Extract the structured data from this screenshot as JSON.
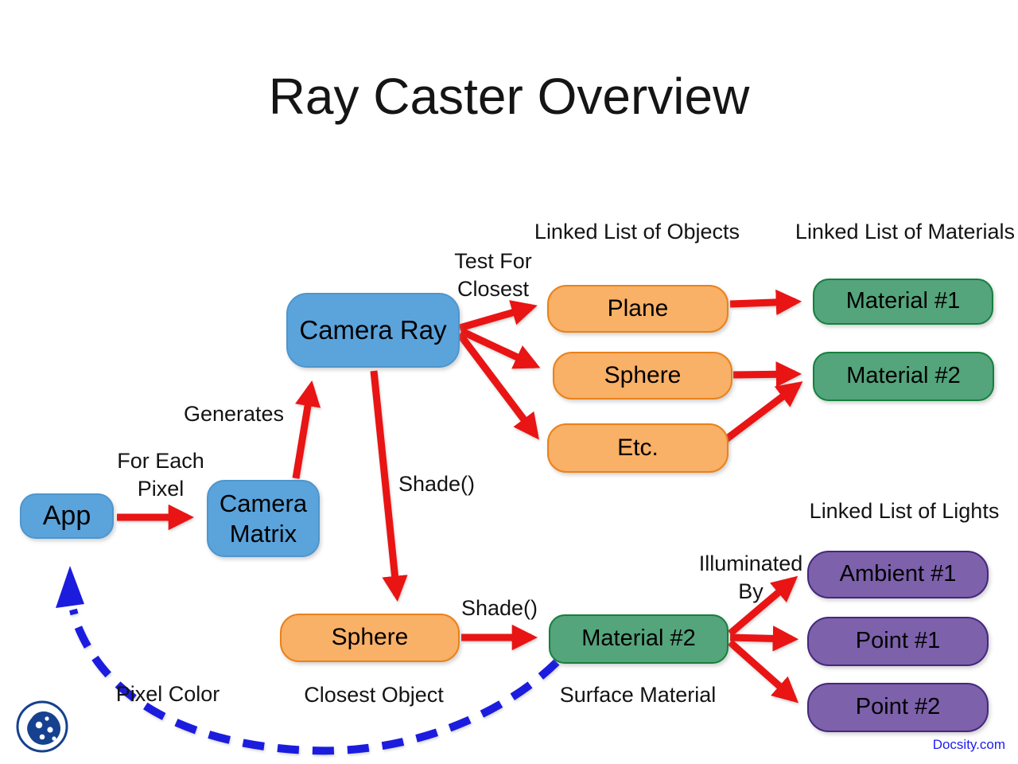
{
  "slide": {
    "title": "Ray Caster Overview",
    "credit": "Docsity.com"
  },
  "colors": {
    "node_blue_fill": "#5BA3DB",
    "node_orange_fill": "#F9B067",
    "node_orange_border": "#E9821C",
    "node_green_fill": "#54A47C",
    "node_green_border": "#15803D",
    "node_purple_fill": "#7D61AB",
    "node_purple_border": "#44287C",
    "arrow_red": "#E91414",
    "arrow_dashed_blue": "#1C1CDE",
    "credit_link_blue": "#1D1DF0",
    "logo_navy": "#16418F"
  },
  "nodes": {
    "camera_ray": {
      "label": "Camera Ray",
      "color": "blue"
    },
    "app": {
      "label": "App",
      "color": "blue"
    },
    "camera_matrix": {
      "label": "Camera Matrix",
      "color": "blue"
    },
    "plane": {
      "label": "Plane",
      "color": "orange"
    },
    "sphere_objects": {
      "label": "Sphere",
      "color": "orange"
    },
    "etc": {
      "label": "Etc.",
      "color": "orange"
    },
    "sphere_closest": {
      "label": "Sphere",
      "color": "orange"
    },
    "material_1": {
      "label": "Material #1",
      "color": "green"
    },
    "material_2": {
      "label": "Material #2",
      "color": "green"
    },
    "material_2_surface": {
      "label": "Material #2",
      "color": "green"
    },
    "ambient_1": {
      "label": "Ambient #1",
      "color": "purple"
    },
    "point_1": {
      "label": "Point #1",
      "color": "purple"
    },
    "point_2": {
      "label": "Point #2",
      "color": "purple"
    }
  },
  "annotations": {
    "linked_objects": "Linked List of Objects",
    "linked_materials": "Linked List of Materials",
    "linked_lights": "Linked List of Lights",
    "test_for_closest": "Test For\nClosest",
    "generates": "Generates",
    "for_each_pixel": "For Each\nPixel",
    "shade_camera": "Shade()",
    "shade_sphere": "Shade()",
    "illuminated_by": "Illuminated\nBy",
    "pixel_color": "Pixel Color",
    "closest_object": "Closest Object",
    "surface_material": "Surface Material"
  },
  "icons": {
    "logo": "docsity-palette-icon"
  },
  "edges": [
    {
      "from": "App",
      "to": "Camera Matrix",
      "label": "For Each Pixel",
      "style": "red"
    },
    {
      "from": "Camera Matrix",
      "to": "Camera Ray",
      "label": "Generates",
      "style": "red"
    },
    {
      "from": "Camera Ray",
      "to": "Plane",
      "label": "Test For Closest",
      "style": "red"
    },
    {
      "from": "Camera Ray",
      "to": "Sphere",
      "label": "",
      "style": "red"
    },
    {
      "from": "Camera Ray",
      "to": "Etc.",
      "label": "",
      "style": "red"
    },
    {
      "from": "Plane",
      "to": "Material #1",
      "label": "",
      "style": "red"
    },
    {
      "from": "Sphere",
      "to": "Material #2",
      "label": "",
      "style": "red"
    },
    {
      "from": "Etc.",
      "to": "Material #2",
      "label": "",
      "style": "red"
    },
    {
      "from": "Camera Ray",
      "to": "Sphere (closest object)",
      "label": "Shade()",
      "style": "red"
    },
    {
      "from": "Sphere (closest object)",
      "to": "Material #2 (surface material)",
      "label": "Shade()",
      "style": "red"
    },
    {
      "from": "Material #2 (surface material)",
      "to": "Ambient #1",
      "label": "Illuminated By",
      "style": "red"
    },
    {
      "from": "Material #2 (surface material)",
      "to": "Point #1",
      "label": "",
      "style": "red"
    },
    {
      "from": "Material #2 (surface material)",
      "to": "Point #2",
      "label": "",
      "style": "red"
    },
    {
      "from": "Material #2 (surface material)",
      "to": "App",
      "label": "Pixel Color",
      "style": "dashed-blue"
    }
  ]
}
